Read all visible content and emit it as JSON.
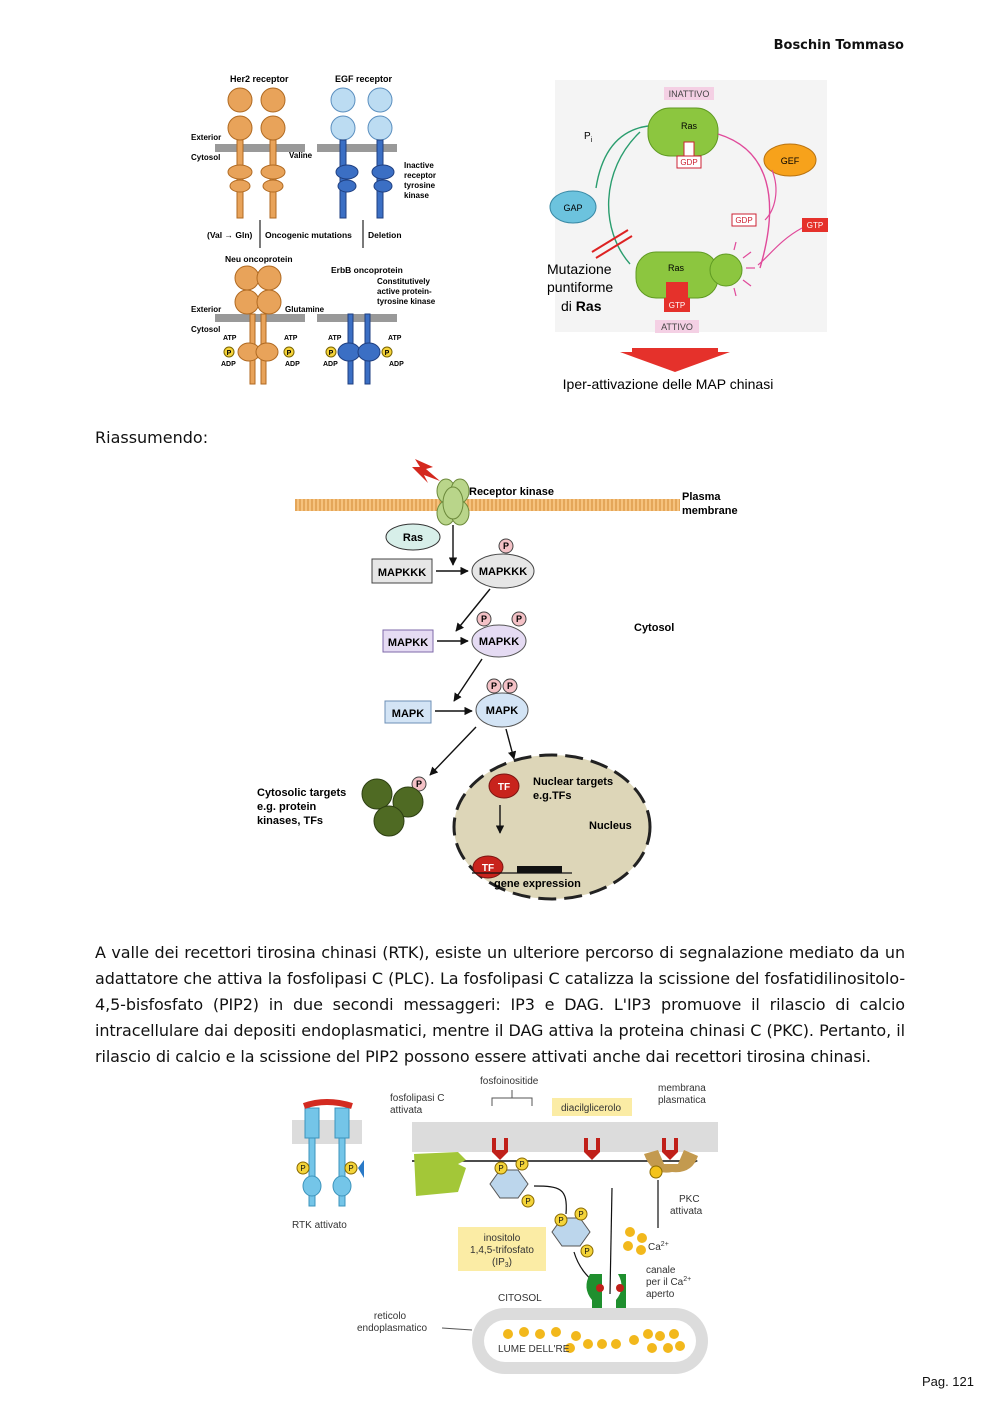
{
  "header": {
    "author": "Boschin Tommaso"
  },
  "figure1": {
    "her2_receptor": "Her2 receptor",
    "egf_receptor": "EGF receptor",
    "exterior": "Exterior",
    "cytosol": "Cytosol",
    "valine": "Valine",
    "inactive_kinase": [
      "Inactive",
      "receptor",
      "tyrosine",
      "kinase"
    ],
    "val_gln": "(Val → Gln)",
    "oncogenic_mutations": "Oncogenic mutations",
    "deletion": "Deletion",
    "neu_oncoprotein": "Neu oncoprotein",
    "erbb_oncoprotein": "ErbB oncoprotein",
    "active_kinase": [
      "Constitutively",
      "active protein-",
      "tyrosine kinase"
    ],
    "glutamine": "Glutamine",
    "atp": "ATP",
    "adp": "ADP",
    "p": "P"
  },
  "figure2": {
    "inattivo": "INATTIVO",
    "ras": "Ras",
    "gdp": "GDP",
    "gef": "GEF",
    "gtp": "GTP",
    "gap": "GAP",
    "pi": "P",
    "pi_sub": "i",
    "mutazione": [
      "Mutazione",
      "puntiforme",
      "di "
    ],
    "ras_bold": "Ras",
    "attivo": "ATTIVO",
    "iperattivazione": "Iper-attivazione delle MAP chinasi"
  },
  "section_heading": "Riassumendo:",
  "figure3": {
    "receptor_kinase": "Receptor kinase",
    "plasma_membrane": [
      "Plasma",
      "membrane"
    ],
    "ras": "Ras",
    "mapkkk": "MAPKKK",
    "mapkk": "MAPKK",
    "mapk": "MAPK",
    "p": "P",
    "cytosol": "Cytosol",
    "cytosolic_targets": [
      "Cytosolic targets",
      "e.g. protein",
      "kinases, TFs"
    ],
    "tf": "TF",
    "nuclear_targets": [
      "Nuclear targets",
      "e.g.TFs"
    ],
    "nucleus": "Nucleus",
    "gene_expression": "gene expression"
  },
  "paragraph": "A valle dei recettori tirosina chinasi (RTK), esiste un ulteriore percorso di segnalazione mediato da un adattatore che attiva la fosfolipasi C (PLC). La fosfolipasi C catalizza la scissione del fosfatidilinositolo-4,5-bisfosfato (PIP2) in due secondi messaggeri: IP3 e DAG. L'IP3 promuove il rilascio di calcio intracellulare dai depositi endoplasmatici, mentre il DAG attiva la proteina chinasi C (PKC). Pertanto, il rilascio di calcio e la scissione del PIP2 possono essere attivati anche dai recettori tirosina chinasi.",
  "figure4": {
    "fosfoinositide": "fosfoinositide",
    "fosfolipasi_c": [
      "fosfolipasi C",
      "attivata"
    ],
    "diacilglicerolo": "diacilglicerolo",
    "membrana": [
      "membrana",
      "plasmatica"
    ],
    "rtk": "RTK attivato",
    "pkc": [
      "PKC",
      "attivata"
    ],
    "inositolo": [
      "inositolo",
      "1,4,5-trifosfato",
      "(IP"
    ],
    "ip3_sub": "3",
    "ip3_close": ")",
    "ca": "Ca",
    "ca_sup": "2+",
    "canale": [
      "canale",
      "per il Ca",
      "aperto"
    ],
    "citosol": "CITOSOL",
    "reticolo": [
      "reticolo",
      "endoplasmatico"
    ],
    "lume": "LUME DELL'RE",
    "p": "P"
  },
  "footer": {
    "page": "Pag. 121"
  },
  "colors": {
    "orange": "#e8a35a",
    "blue": "#3b6fc4",
    "ras_green": "#8cc63f",
    "gef": "#f7a21b",
    "gtp_red": "#e5312b",
    "gap": "#6cc3de",
    "cell": "#ddd6b8"
  }
}
